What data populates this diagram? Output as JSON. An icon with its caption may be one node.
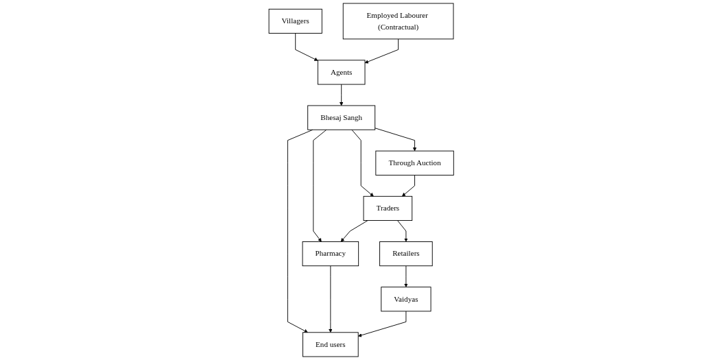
{
  "diagram": {
    "nodes": [
      {
        "text": [
          "Villagers"
        ]
      },
      {
        "text": [
          "Agents"
        ]
      },
      {
        "text": [
          "Employed Labourer (Contractual)"
        ]
      },
      {
        "text": [
          "Bhesaj Sangh"
        ]
      },
      {
        "text": [
          "Through Auction"
        ]
      },
      {
        "text": [
          "Traders"
        ]
      },
      {
        "text": [
          "Pharmacy"
        ]
      },
      {
        "text": [
          "End users"
        ]
      },
      {
        "text": [
          "Retailers"
        ]
      },
      {
        "text": [
          "Vaidyas"
        ]
      }
    ],
    "edges": [
      {
        "from": 0,
        "to": 1,
        "arrow": "to"
      },
      {
        "from": 2,
        "to": 1,
        "arrow": "to"
      },
      {
        "from": 1,
        "to": 3,
        "arrow": "to"
      },
      {
        "from": 3,
        "to": 4,
        "arrow": "to"
      },
      {
        "from": 3,
        "to": 5,
        "arrow": "to"
      },
      {
        "from": 3,
        "to": 6,
        "arrow": "to"
      },
      {
        "from": 3,
        "to": 7,
        "arrow": "to"
      },
      {
        "from": 4,
        "to": 5,
        "arrow": "to"
      },
      {
        "from": 5,
        "to": 6,
        "arrow": "to"
      },
      {
        "from": 6,
        "to": 7,
        "arrow": "to"
      },
      {
        "from": 5,
        "to": 8,
        "arrow": "to"
      },
      {
        "from": 8,
        "to": 9,
        "arrow": "to"
      },
      {
        "from": 9,
        "to": 7,
        "arrow": "to"
      }
    ]
  }
}
